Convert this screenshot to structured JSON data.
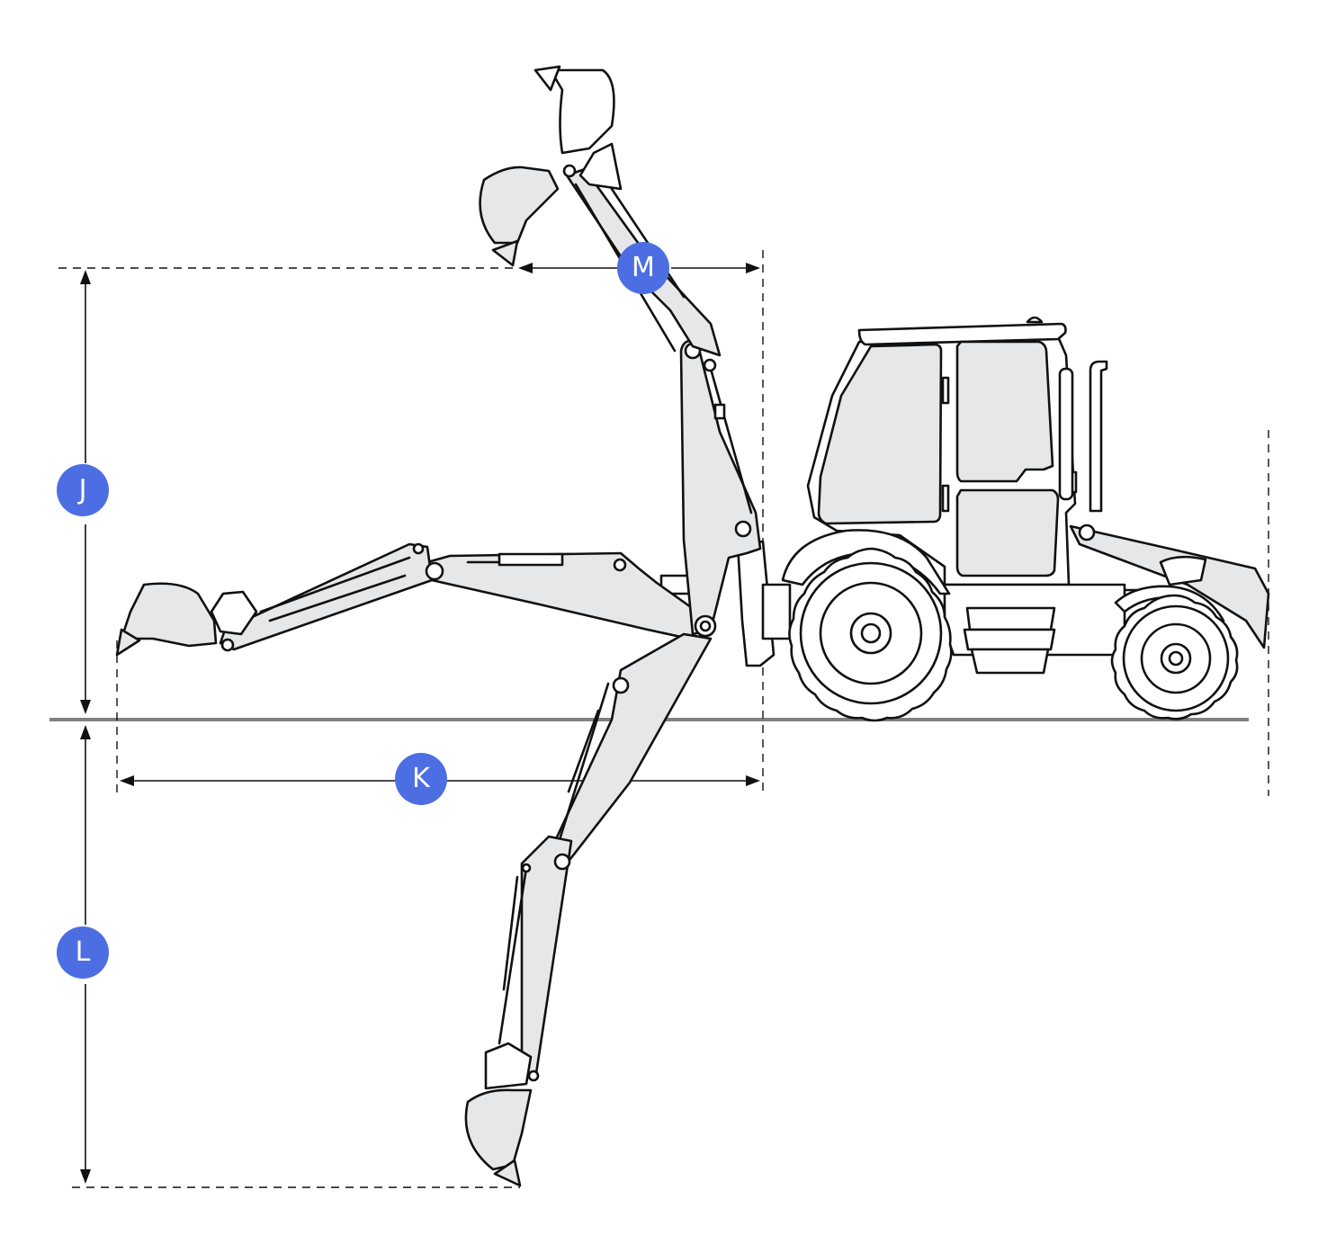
{
  "diagram": {
    "badge_color": "#4d6ee3",
    "ground_color": "#808080",
    "line_color": "#111111",
    "fill_color": "#e6e7e8",
    "dimensions": [
      {
        "key": "J",
        "label": "J"
      },
      {
        "key": "K",
        "label": "K"
      },
      {
        "key": "L",
        "label": "L"
      },
      {
        "key": "M",
        "label": "M"
      }
    ]
  }
}
